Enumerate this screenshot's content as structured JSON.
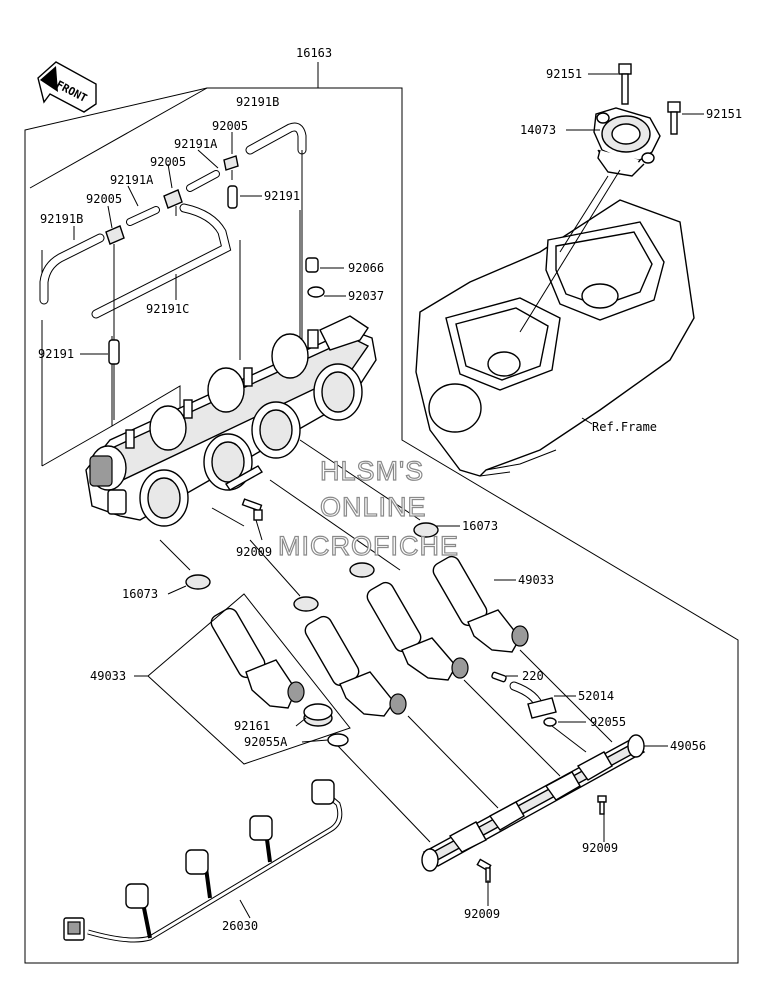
{
  "front_label": "FRONT",
  "ref_label": "Ref.Frame",
  "watermark": [
    "HLSM'S",
    "ONLINE",
    "MICROFICHE"
  ],
  "parts": {
    "p16163": "16163",
    "p92191B_top": "92191B",
    "p92005_top": "92005",
    "p92191A_top": "92191A",
    "p92005_mid": "92005",
    "p92191A_mid": "92191A",
    "p92005_left": "92005",
    "p92191B_left": "92191B",
    "p92191_top": "92191",
    "p92191C": "92191C",
    "p92066": "92066",
    "p92037": "92037",
    "p92191_left": "92191",
    "p92151_left": "92151",
    "p92151_right": "92151",
    "p14073": "14073",
    "p16073_right": "16073",
    "p49033_right": "49033",
    "p92009_mid": "92009",
    "p16073_left": "16073",
    "p49033_left": "49033",
    "p220": "220",
    "p52014": "52014",
    "p92055": "92055",
    "p49056": "49056",
    "p92161": "92161",
    "p92055A": "92055A",
    "p92009_right": "92009",
    "p92009_bottom": "92009",
    "p26030": "26030"
  }
}
